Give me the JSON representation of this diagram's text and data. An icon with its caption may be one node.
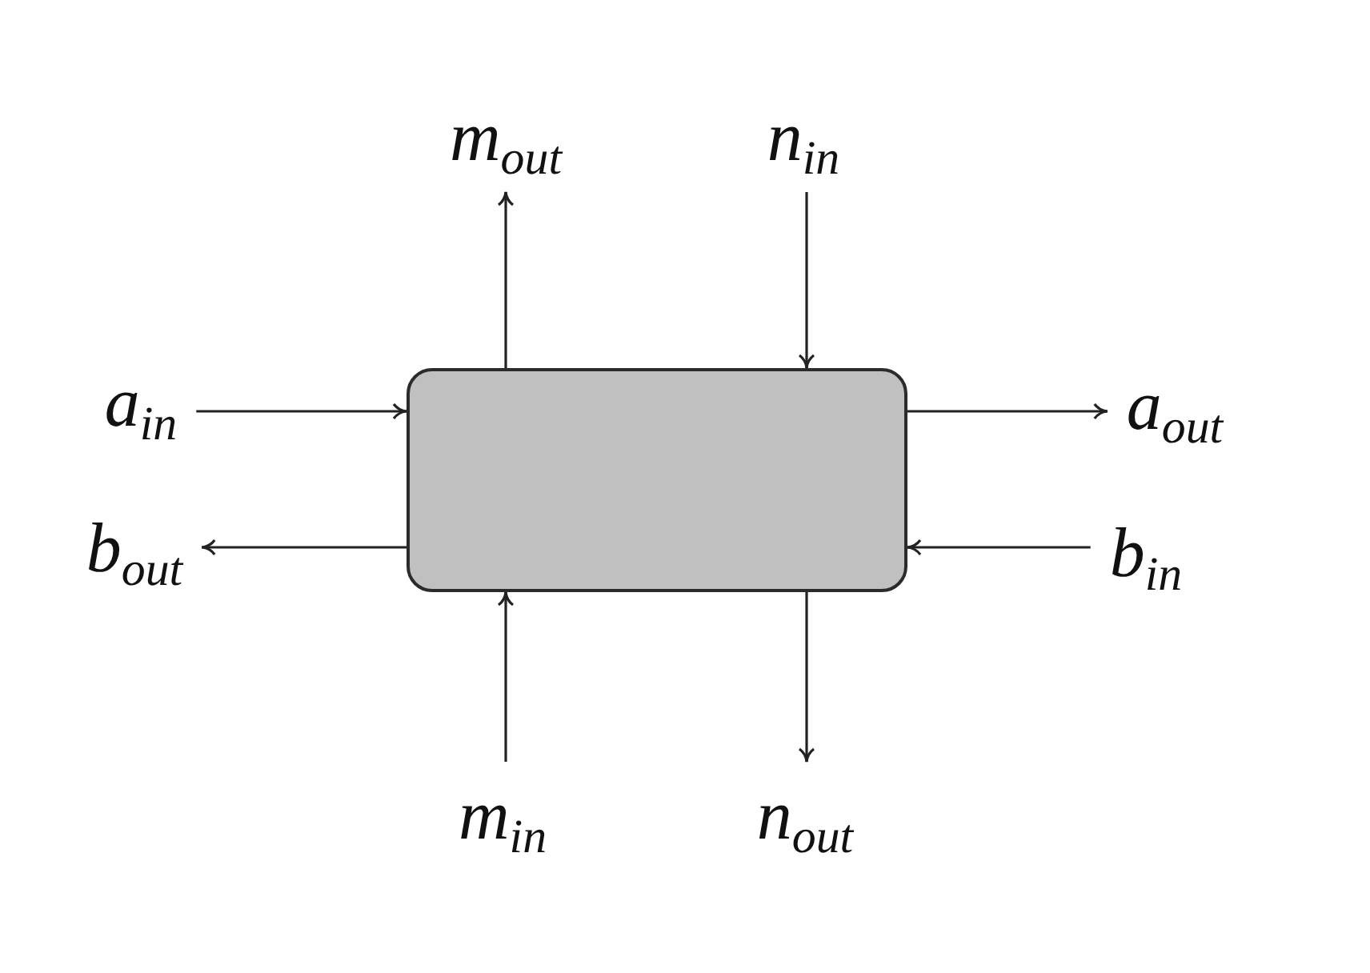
{
  "diagram": {
    "nodes": [
      {
        "text": [],
        "shape": "box"
      },
      {
        "text": [
          "m$_{out}$"
        ]
      },
      {
        "text": [
          "n$_{in}$"
        ]
      },
      {
        "text": [
          "a$_{in}$"
        ]
      },
      {
        "text": [
          "a$_{out}$"
        ]
      },
      {
        "text": [
          "b$_{out}$"
        ]
      },
      {
        "text": [
          "b$_{in}$"
        ]
      },
      {
        "text": [
          "m$_{in}$"
        ]
      },
      {
        "text": [
          "n$_{out}$"
        ]
      }
    ],
    "edges": [
      {
        "from": 0,
        "to": 1,
        "arrow": "to"
      },
      {
        "from": 2,
        "to": 0,
        "arrow": "to"
      },
      {
        "from": 3,
        "to": 0,
        "arrow": "to"
      },
      {
        "from": 0,
        "to": 4,
        "arrow": "to"
      },
      {
        "from": 0,
        "to": 5,
        "arrow": "to"
      },
      {
        "from": 6,
        "to": 0,
        "arrow": "to"
      },
      {
        "from": 7,
        "to": 0,
        "arrow": "to"
      },
      {
        "from": 0,
        "to": 8,
        "arrow": "to"
      }
    ]
  }
}
